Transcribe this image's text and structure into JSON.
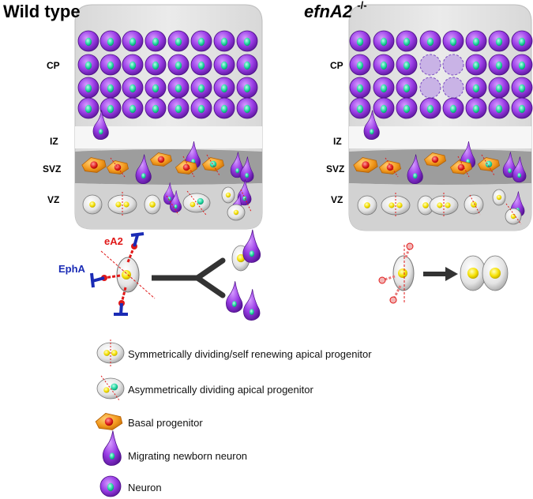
{
  "titles": {
    "wild_type": "Wild type",
    "knockout": "efnA2",
    "knockout_sup": "-/-"
  },
  "zones": {
    "cp": "CP",
    "iz": "IZ",
    "svz": "SVZ",
    "vz": "VZ"
  },
  "molecules": {
    "ligand": "eA2",
    "receptor": "EphA"
  },
  "legend": [
    {
      "icon": "symmetric-progenitor-icon",
      "label": "Symmetrically dividing/self renewing apical progenitor"
    },
    {
      "icon": "asymmetric-progenitor-icon",
      "label": "Asymmetrically dividing apical progenitor"
    },
    {
      "icon": "basal-progenitor-icon",
      "label": "Basal progenitor"
    },
    {
      "icon": "migrating-neuron-icon",
      "label": "Migrating newborn neuron"
    },
    {
      "icon": "neuron-icon",
      "label": "Neuron"
    }
  ],
  "colors": {
    "neuron": "#8a2be2",
    "nucleus": "#1fd6a0",
    "basal": "#f39a1e",
    "basal_nucleus": "#e02020",
    "apical_nucleus": "#f5e000",
    "ligand": "#e01818",
    "receptor": "#1a2bb5",
    "panel": "#e6e6e6",
    "svz_band": "#9a9a9a",
    "vz_band": "#d0d0d0"
  }
}
